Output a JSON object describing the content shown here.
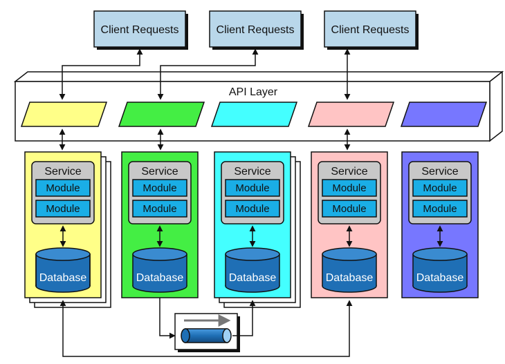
{
  "clients": [
    {
      "label": "Client Requests"
    },
    {
      "label": "Client Requests"
    },
    {
      "label": "Client Requests"
    }
  ],
  "api_layer": {
    "label": "API Layer"
  },
  "services": [
    {
      "title": "Service",
      "modules": [
        "Module",
        "Module"
      ],
      "database": "Database",
      "color": "#ffff88",
      "stacked": true
    },
    {
      "title": "Service",
      "modules": [
        "Module",
        "Module"
      ],
      "database": "Database",
      "color": "#44ee44",
      "stacked": false
    },
    {
      "title": "Service",
      "modules": [
        "Module",
        "Module"
      ],
      "database": "Database",
      "color": "#44ffff",
      "stacked": true
    },
    {
      "title": "Service",
      "modules": [
        "Module",
        "Module"
      ],
      "database": "Database",
      "color": "#ffc4c4",
      "stacked": false
    },
    {
      "title": "Service",
      "modules": [
        "Module",
        "Module"
      ],
      "database": "Database",
      "color": "#7777ff",
      "stacked": false
    }
  ],
  "colors": {
    "client_box": "#b9d7ea",
    "service_box": "#c8c8c8",
    "module_box": "#1aaee6",
    "database": "#1f6fb5",
    "line": "#111111"
  }
}
